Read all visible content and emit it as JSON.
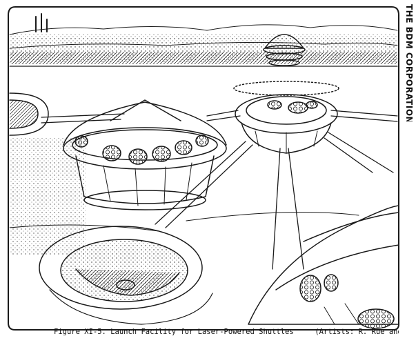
{
  "document": {
    "side_label": "THE BDM CORPORATION",
    "caption": {
      "figure_label": "Figure XI-5.",
      "title": "Launch Facility for Laser-Powered Shuttles",
      "credit": "(Artists:  R. Rue and R. Carter)"
    }
  },
  "colors": {
    "ink": "#1a1a1a",
    "paper": "#ffffff"
  }
}
